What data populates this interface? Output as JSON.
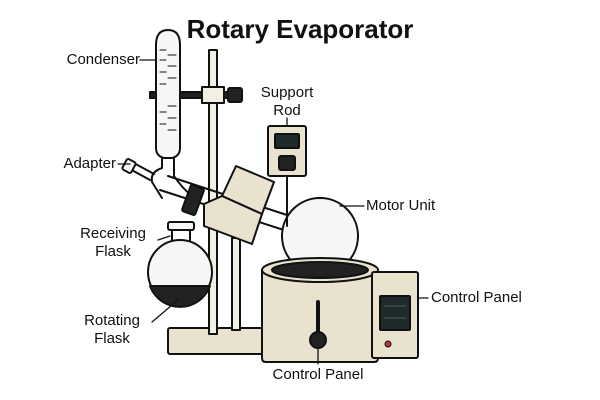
{
  "title": "Rotary Evaporator",
  "labels": {
    "condenser": "Condenser",
    "adapter": "Adapter",
    "receiving_flask": [
      "Receiving",
      "Flask"
    ],
    "rotating_flask": [
      "Rotating",
      "Flask"
    ],
    "support_rod": [
      "Support",
      "Rod"
    ],
    "motor_unit": "Motor Unit",
    "control_panel_right": "Control Panel",
    "control_panel_bottom": "Control Panel"
  },
  "colors": {
    "outline": "#111111",
    "beige": "#e8e2cf",
    "glass": "#f4f6f8",
    "liquid": "#222222",
    "screen": "#1f2a2a",
    "indicator": "#c0392b"
  }
}
